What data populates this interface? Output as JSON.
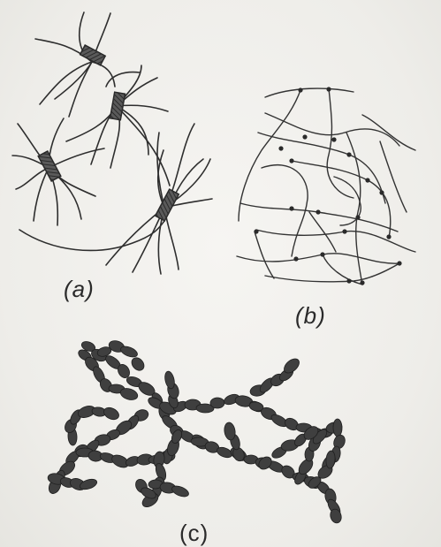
{
  "figure": {
    "panels": [
      {
        "id": "a",
        "label": "(a)"
      },
      {
        "id": "b",
        "label": "(b)"
      },
      {
        "id": "c",
        "label": "(c)"
      }
    ]
  },
  "colors": {
    "background": "#efeeea",
    "ink": "#2e2e2e",
    "particle": "#3f3f3f"
  }
}
